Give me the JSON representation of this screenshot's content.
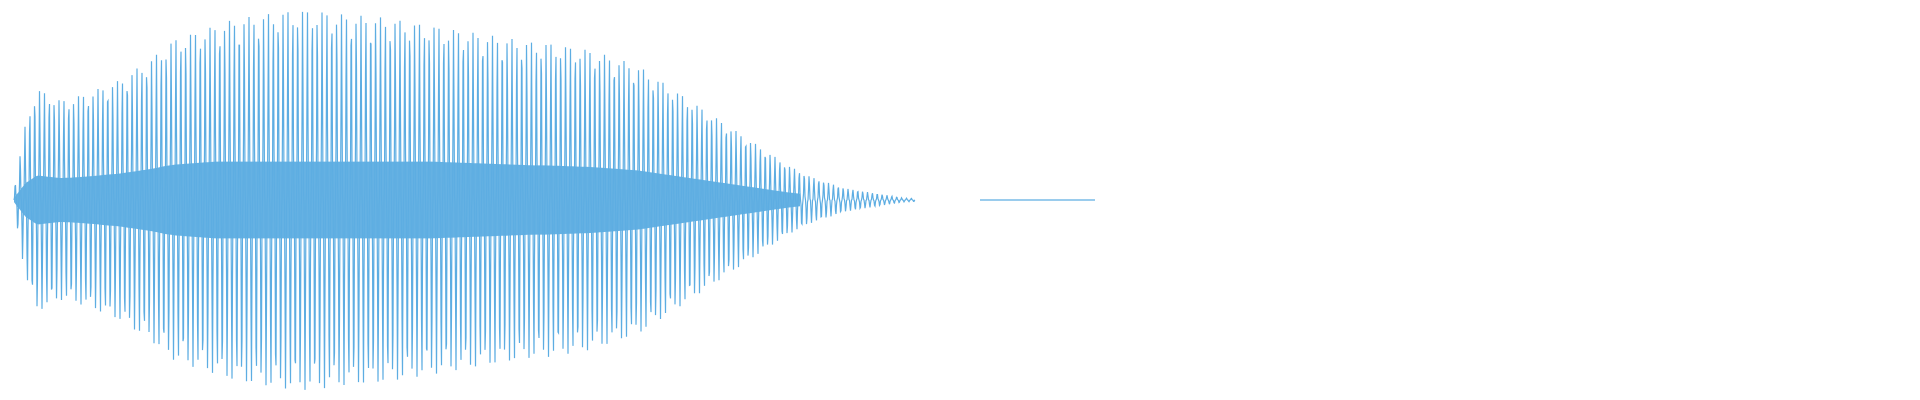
{
  "waveform": {
    "color": "#5dade2",
    "background": "#ffffff",
    "description_style": "mirrored-oscillation-bars",
    "peaks": [
      0.05,
      0.4,
      0.58,
      0.55,
      0.52,
      0.53,
      0.55,
      0.57,
      0.6,
      0.62,
      0.66,
      0.7,
      0.74,
      0.8,
      0.84,
      0.86,
      0.88,
      0.9,
      0.92,
      0.94,
      0.95,
      0.96,
      0.97,
      0.98,
      0.985,
      0.99,
      0.985,
      0.98,
      0.97,
      0.965,
      0.96,
      0.955,
      0.95,
      0.94,
      0.93,
      0.92,
      0.91,
      0.9,
      0.89,
      0.88,
      0.87,
      0.86,
      0.85,
      0.84,
      0.83,
      0.82,
      0.82,
      0.81,
      0.8,
      0.79,
      0.78,
      0.76,
      0.74,
      0.72,
      0.7,
      0.66,
      0.62,
      0.58,
      0.54,
      0.5,
      0.46,
      0.42,
      0.38,
      0.34,
      0.3,
      0.26,
      0.22,
      0.18,
      0.15,
      0.12,
      0.1,
      0.08,
      0.06,
      0.05,
      0.04,
      0.03,
      0.02,
      0.01,
      0.008
    ],
    "tail_flat": true
  }
}
